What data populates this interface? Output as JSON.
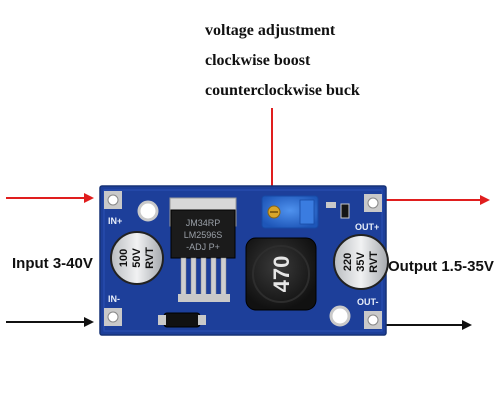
{
  "annotations": {
    "voltage_adjustment": "voltage adjustment",
    "clockwise": "clockwise  boost",
    "counterclockwise": "counterclockwise buck",
    "input": "Input 3-40V",
    "output": "Output 1.5-35V"
  },
  "board": {
    "in_plus": "IN+",
    "in_minus": "IN-",
    "out_plus": "OUT+",
    "out_minus": "OUT-",
    "input_cap": [
      "100",
      "50V",
      "RVT"
    ],
    "output_cap": [
      "220",
      "35V",
      "RVT"
    ],
    "chip_lines": [
      "JM34RP",
      "LM2596S",
      "-ADJ  P+"
    ],
    "inductor": "470"
  },
  "colors": {
    "arrow_red": "#e01e1e",
    "arrow_black": "#111111",
    "pcb_blue": "#1d3f9a",
    "pot_blue": "#2d6fd6"
  }
}
